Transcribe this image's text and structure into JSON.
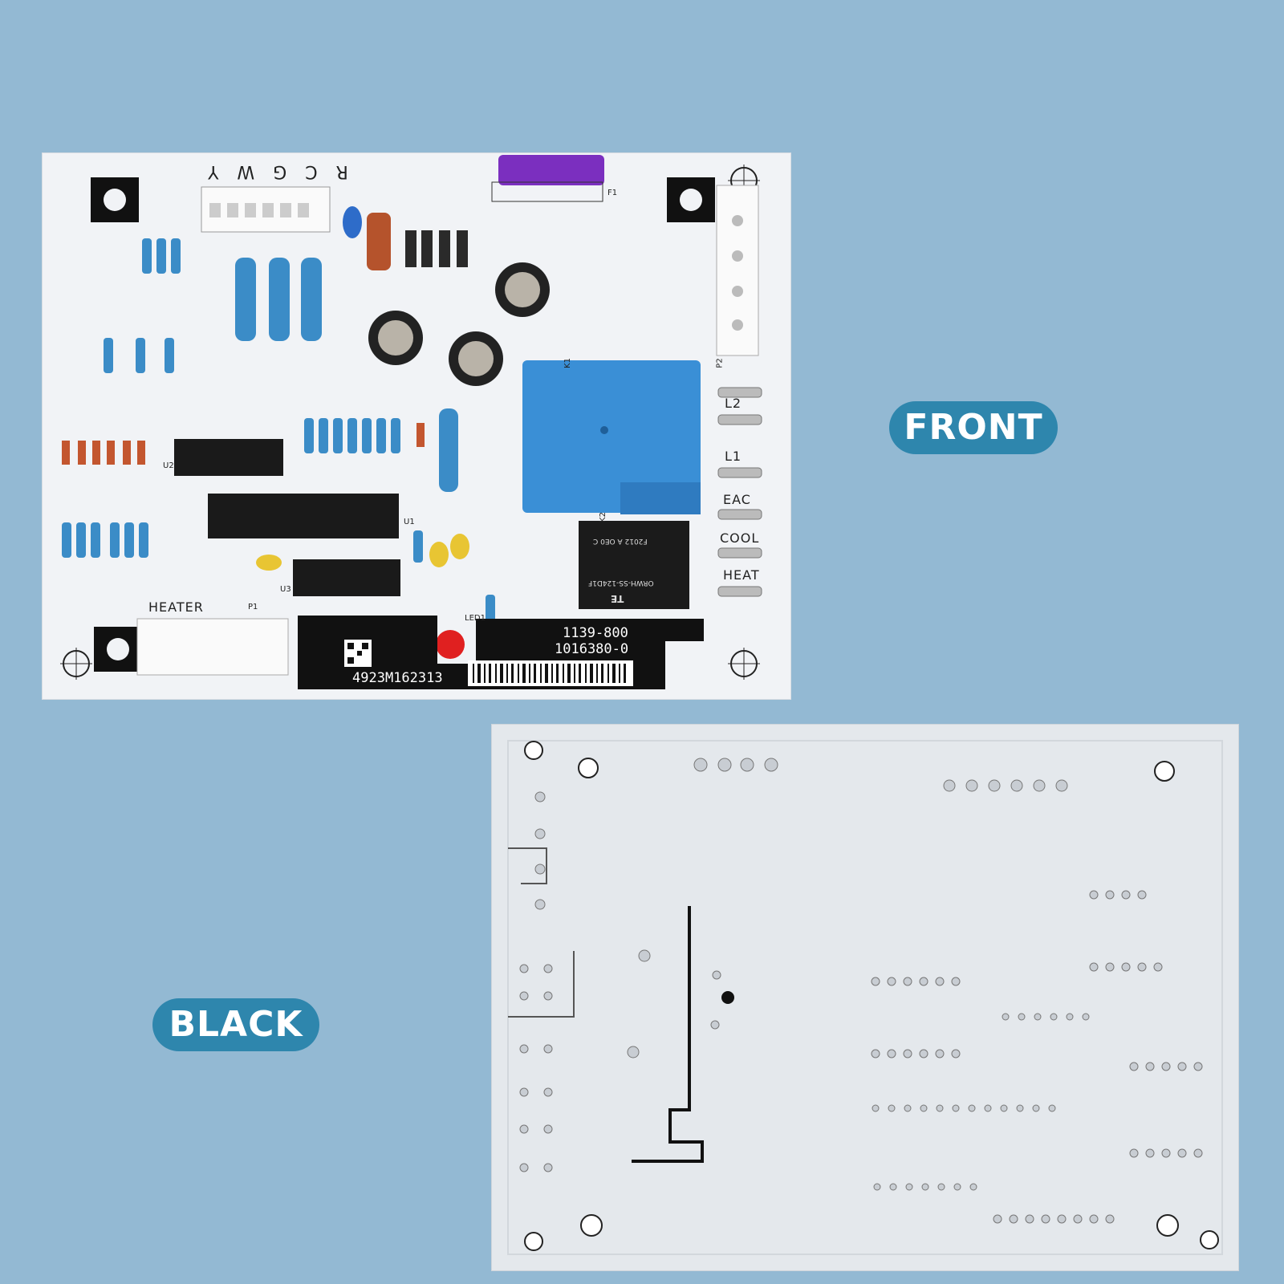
{
  "labels": {
    "front": "FRONT",
    "back": "BLACK"
  },
  "front_board": {
    "connector_top": "R C G W   Y",
    "heater": "HEATER",
    "p1": "P1",
    "p2": "P2",
    "f1": "F1",
    "k1": "K1",
    "k2": "K2",
    "u1": "U1",
    "u2": "U2",
    "u3": "U3",
    "led1": "LED1",
    "terminals": [
      "L2",
      "L1",
      "EAC",
      "COOL",
      "HEAT"
    ],
    "part_number_1": "1139-800",
    "part_number_2": "1016380-0",
    "serial": "4923M162313",
    "relay_brand": "TE",
    "relay_model": "ORWH-SS-124D1F",
    "relay_text": "F2012 A OE0 C"
  },
  "colors": {
    "background": "#93b9d3",
    "pill": "#2e86ad",
    "board": "#f1f3f6",
    "relay_blue": "#3a8fd6",
    "fuse_purple": "#7b2fbf"
  }
}
